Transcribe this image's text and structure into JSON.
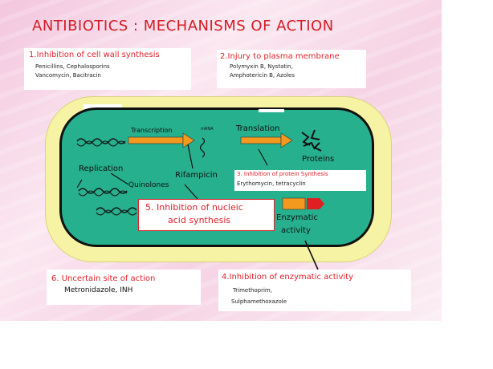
{
  "title": "ANTIBIOTICS : MECHANISMS OF ACTION",
  "box1": {
    "heading": "1.Inhibition of cell wall synthesis",
    "line1": "Penicillins, Cephalosporins",
    "line2": "Vancomycin, Bacitracin"
  },
  "box2": {
    "heading": "2.Injury to plasma membrane",
    "line1": "Polymyxin B, Nystatin,",
    "line2": "Amphotericin B, Azoles"
  },
  "box3": {
    "heading": "3. Inhibition of protein Synthesis",
    "line1": "Erythomycin, tetracyclin"
  },
  "box4": {
    "heading": "4.Inhibition of enzymatic activity",
    "line1": "Trimethoprim,",
    "line2": "Sulphamethoxazole"
  },
  "box5": {
    "line1": "5. Inhibition of nucleic",
    "line2": "acid synthesis"
  },
  "box6": {
    "heading": "6. Uncertain site of action",
    "line1": "Metronidazole, INH"
  },
  "cell": {
    "transcription": "Transcription",
    "mrna": "mRNA",
    "translation": "Translation",
    "proteins": "Proteins",
    "replication": "Replication",
    "quinolones": "Quinolones",
    "rifampicin": "Rifampicin",
    "enzymatic": "Enzymatic",
    "activity": "activity"
  },
  "colors": {
    "heading_red": "#e0202a",
    "cell_green": "#26b08e",
    "cell_wall": "#f7f3a4",
    "arrow_orange": "#f39a1e"
  }
}
